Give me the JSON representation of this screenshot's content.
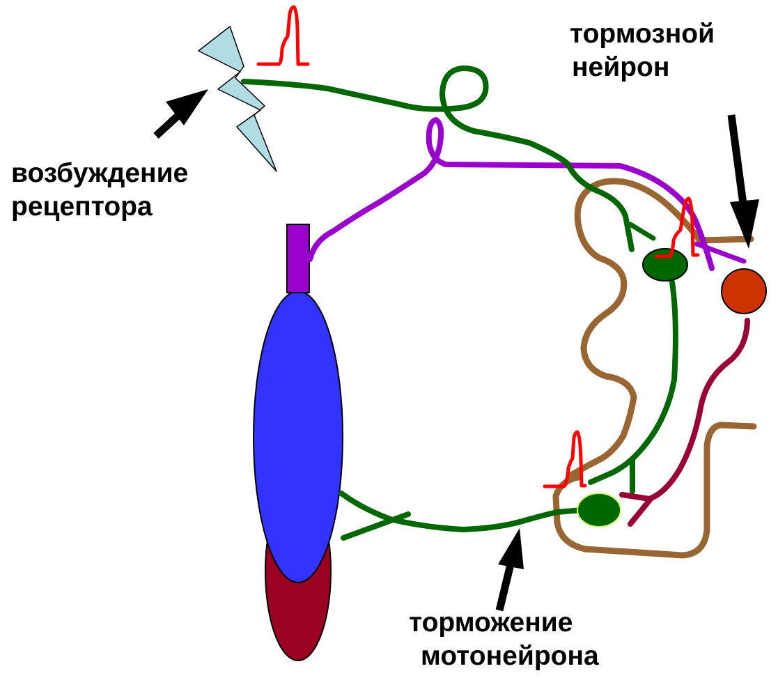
{
  "labels": {
    "receptor": [
      "возбуждение",
      "рецептора"
    ],
    "inhibitory_neuron": [
      "тормозной",
      "нейрон"
    ],
    "motoneuron": [
      "торможение",
      "мотонейрона"
    ]
  },
  "colors": {
    "background": "#ffffff",
    "afferent_fiber": "#006600",
    "spindle_afferent": "#9900cc",
    "spinal_cord_outline": "#996633",
    "impulse": "#ff0000",
    "muscle_belly": "#3333ff",
    "muscle_tendon": "#990022",
    "spindle_cap": "#9900cc",
    "inhibitory_neuron_body": "#cc3300",
    "inhibitory_axon": "#990033",
    "motor_neuron_body": "#006600",
    "receptor_bolt": "#b0dde4",
    "arrow": "#000000"
  },
  "icons": [
    "lightning-bolt-icon",
    "arrow-icon",
    "nerve-impulse-icon"
  ]
}
